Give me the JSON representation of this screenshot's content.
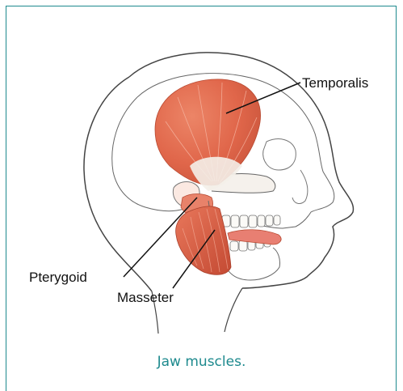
{
  "figure": {
    "labels": {
      "temporalis": "Temporalis",
      "pterygoid": "Pterygoid",
      "masseter": "Masseter"
    },
    "caption": "Jaw muscles."
  },
  "colors": {
    "frame": "#1e8a8e",
    "caption": "#1e8a8e",
    "muscle": "#e0664a",
    "muscle_dark": "#c44a33",
    "outline": "#444444"
  }
}
